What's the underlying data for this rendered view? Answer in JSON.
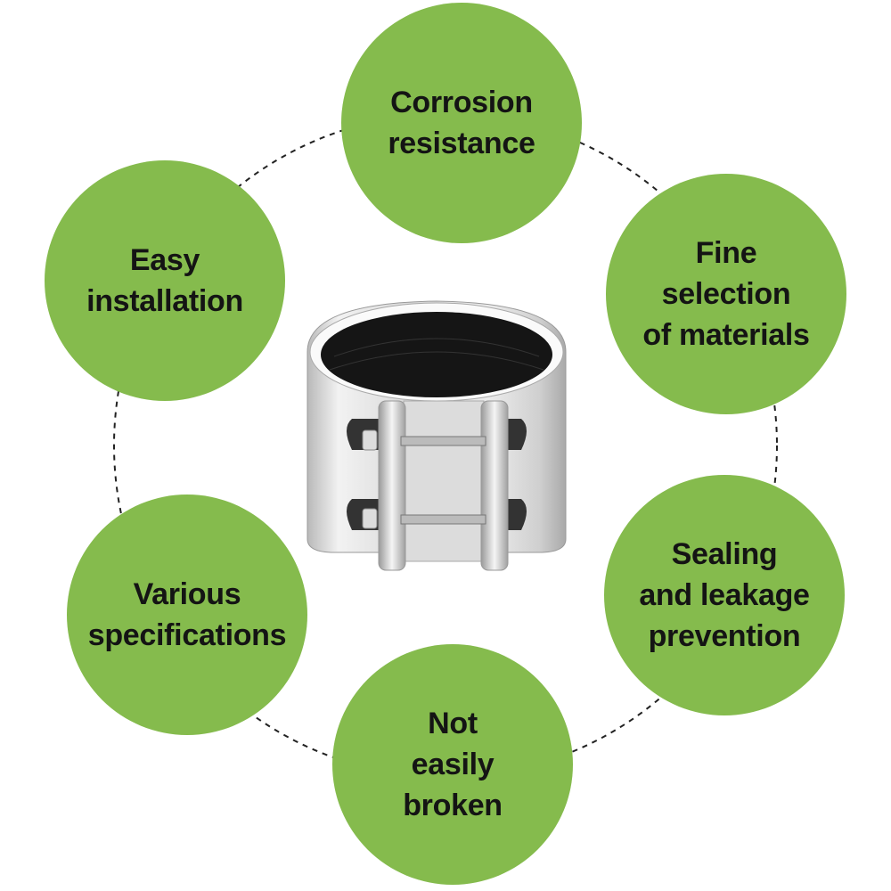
{
  "features": [
    {
      "label": "Corrosion\nresistance"
    },
    {
      "label": "Fine\nselection\nof materials"
    },
    {
      "label": "Sealing\nand leakage\nprevention"
    },
    {
      "label": "Not\neasily\nbroken"
    },
    {
      "label": "Various\nspecifications"
    },
    {
      "label": "Easy\ninstallation"
    }
  ],
  "colors": {
    "bubble": "#85bb4d",
    "text": "#141414",
    "ring": "#222222"
  },
  "product": {
    "icon": "pipe-repair-clamp-image"
  }
}
